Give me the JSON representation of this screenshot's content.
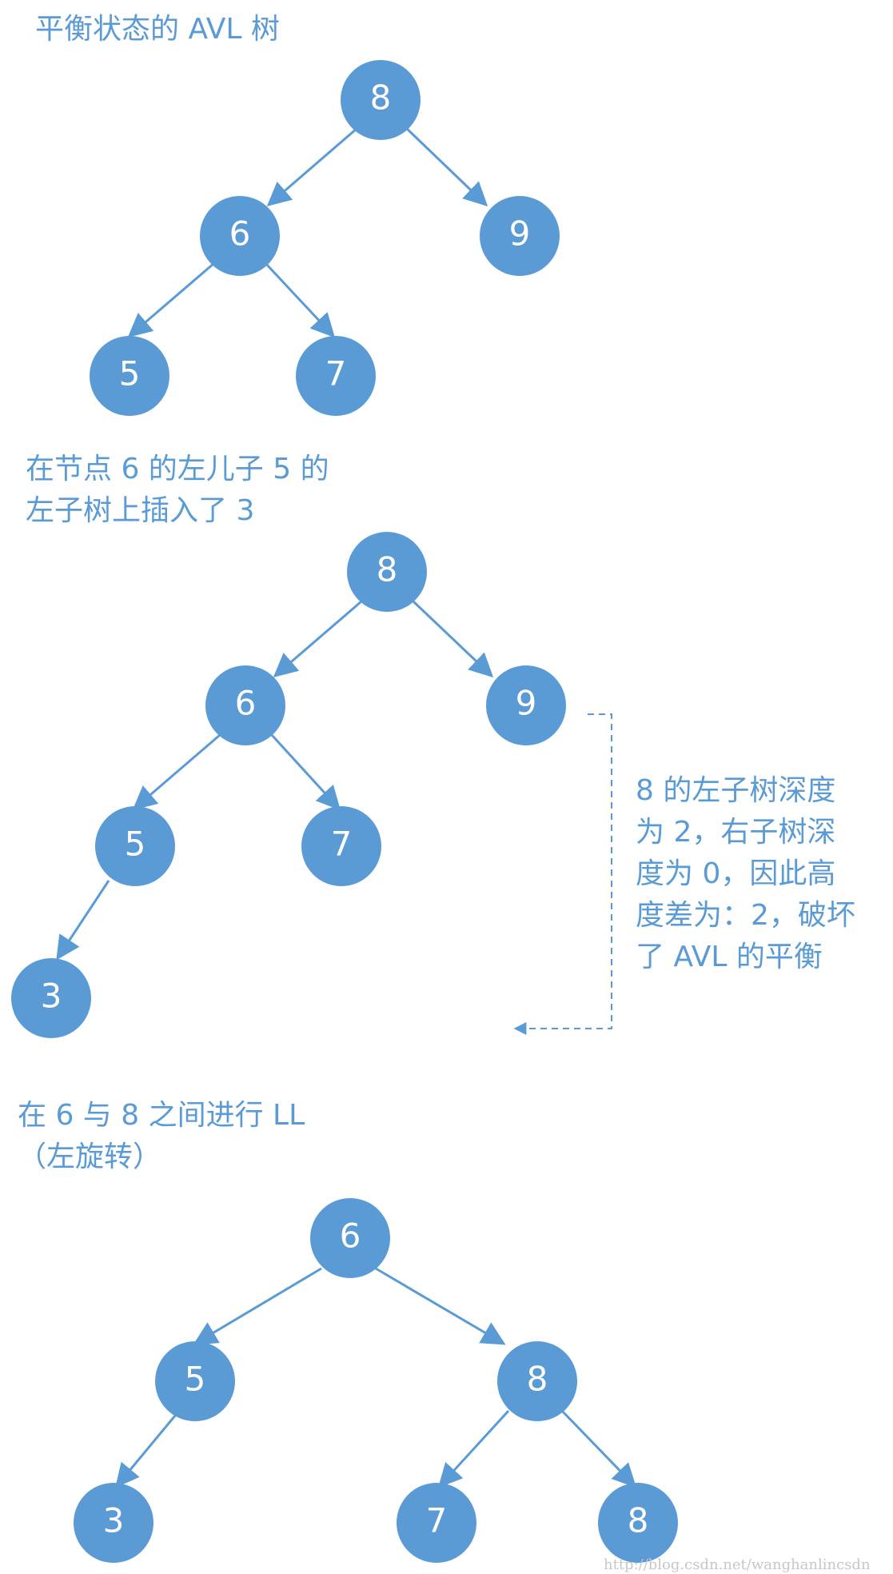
{
  "sections": {
    "balanced": {
      "caption": "平衡状态的 AVL 树",
      "nodes": [
        "8",
        "6",
        "9",
        "5",
        "7"
      ]
    },
    "after_insert": {
      "caption_line1": "在节点 6 的左儿子 5 的",
      "caption_line2": "左子树上插入了 3",
      "nodes": [
        "8",
        "6",
        "9",
        "5",
        "7",
        "3"
      ],
      "note_lines": [
        "8 的左子树深度",
        "为 2，右子树深",
        "度为 0，因此高",
        "度差为：2，破坏",
        "了 AVL 的平衡"
      ]
    },
    "after_rotation": {
      "caption_line1": "在 6 与 8 之间进行 LL",
      "caption_line2": "（左旋转）",
      "nodes": [
        "6",
        "5",
        "8",
        "3",
        "7",
        "8"
      ]
    }
  },
  "watermark": "http://blog.csdn.net/wanghanlincsdn",
  "colors": {
    "accent": "#5b9bd5",
    "text_on_node": "#ffffff"
  }
}
